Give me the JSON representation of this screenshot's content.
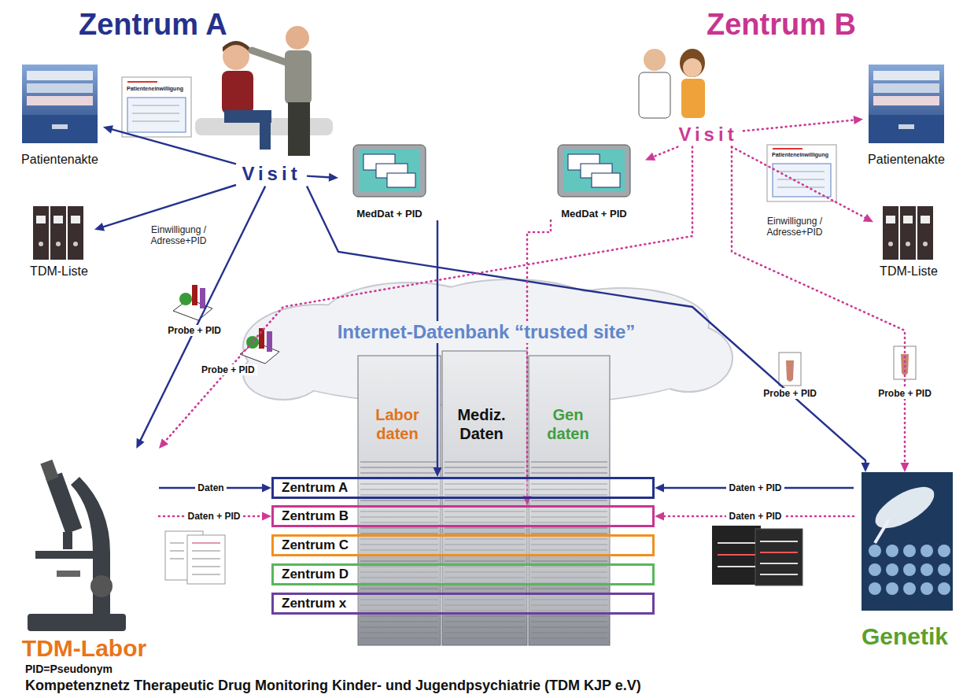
{
  "diagram": {
    "caption": "Kompetenznetz Therapeutic Drug Monitoring Kinder- und Jugendpsychiatrie (TDM KJP e.V)",
    "nodes": [
      {
        "text": [
          "Patientenakte"
        ]
      },
      {
        "text": [
          "TDM-Liste"
        ]
      },
      {
        "text": [
          "Visit"
        ]
      },
      {
        "text": [
          "MedDat + PID"
        ]
      },
      {
        "text": [
          "MedDat + PID"
        ]
      },
      {
        "text": [
          "Visit"
        ]
      },
      {
        "text": [
          "Patientenakte"
        ]
      },
      {
        "text": [
          "TDM-Liste"
        ]
      },
      {
        "text": [
          "Internet-Datenbank “trusted site”",
          "Labor daten",
          "Mediz. Daten",
          "Gen daten"
        ]
      },
      {
        "text": [
          "Zentrum A"
        ],
        "in": 8
      },
      {
        "text": [
          "Zentrum B"
        ],
        "in": 8
      },
      {
        "text": [
          "Zentrum C"
        ],
        "in": 8
      },
      {
        "text": [
          "Zentrum D"
        ],
        "in": 8
      },
      {
        "text": [
          "Zentrum x"
        ],
        "in": 8
      },
      {
        "text": [
          "TDM-Labor"
        ]
      },
      {
        "text": [
          "Genetik"
        ]
      }
    ],
    "edges": [
      {
        "from": 2,
        "to": 0,
        "arrow": "to"
      },
      {
        "from": 2,
        "to": 1,
        "arrow": "to"
      },
      {
        "from": 2,
        "to": 3,
        "arrow": "to"
      },
      {
        "from": 2,
        "to": 14,
        "label": "Probe + PID",
        "arrow": "to"
      },
      {
        "from": 2,
        "to": 15,
        "label": "Probe + PID",
        "arrow": "to"
      },
      {
        "from": 3,
        "to": 9,
        "arrow": "to"
      },
      {
        "from": 5,
        "to": 4,
        "arrow": "to"
      },
      {
        "from": 5,
        "to": 6,
        "arrow": "to"
      },
      {
        "from": 5,
        "to": 7,
        "arrow": "to"
      },
      {
        "from": 5,
        "to": 15,
        "label": "Probe + PID",
        "arrow": "to"
      },
      {
        "from": 5,
        "to": 14,
        "label": "Probe + PID",
        "arrow": "to"
      },
      {
        "from": 4,
        "to": 10,
        "arrow": "to"
      },
      {
        "from": 14,
        "to": 9,
        "label": "Daten",
        "arrow": "to"
      },
      {
        "from": 14,
        "to": 10,
        "label": "Daten + PID",
        "arrow": "to"
      },
      {
        "from": 15,
        "to": 9,
        "label": "Daten + PID",
        "arrow": "to"
      },
      {
        "from": 15,
        "to": 10,
        "label": "Daten + PID",
        "arrow": "to"
      }
    ],
    "labels": [
      "Zentrum A",
      "Zentrum B",
      "Patienteneinwilligung",
      "Einwilligung / Adresse+PID",
      "Patienteneinwilligung",
      "Einwilligung / Adresse+PID",
      "PID=Pseudonym"
    ]
  }
}
